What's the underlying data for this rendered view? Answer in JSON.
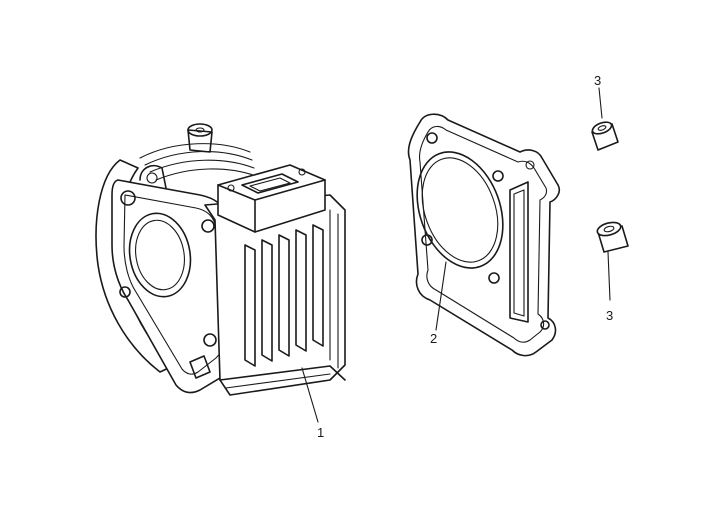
{
  "diagram": {
    "callouts": [
      {
        "id": "1",
        "text": "1"
      },
      {
        "id": "2",
        "text": "2"
      },
      {
        "id": "3a",
        "text": "3"
      },
      {
        "id": "3b",
        "text": "3"
      }
    ]
  },
  "colors": {
    "ink": "#1a1a1a",
    "background": "#ffffff"
  },
  "parts": [
    "cylinder-block",
    "cylinder-gasket",
    "dowel-pin",
    "dowel-pin"
  ]
}
